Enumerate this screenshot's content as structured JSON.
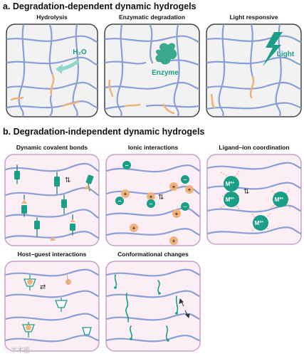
{
  "section_a": {
    "title": "a. Degradation-dependent dynamic hydrogels"
  },
  "section_b": {
    "title": "b. Degradation-independent dynamic hydrogels"
  },
  "panels": {
    "hydrolysis": {
      "title": "Hydrolysis",
      "agent_label": "H₂O"
    },
    "enzymatic": {
      "title": "Enzymatic degradation",
      "agent_label": "Enzyme"
    },
    "light": {
      "title": "Light responsive",
      "agent_label": "Light"
    },
    "covalent": {
      "title": "Dynamic covalent bonds"
    },
    "ionic": {
      "title": "Ionic interactions",
      "plus": "+",
      "minus": "−"
    },
    "ligand": {
      "title": "Ligand–ion coordination",
      "metal_label": "M",
      "metal_charge": "n+"
    },
    "hostguest": {
      "title": "Host–guest interactions"
    },
    "conformational": {
      "title": "Conformational changes"
    }
  },
  "colors": {
    "strand": "#8a9fd6",
    "degraded": "#f0b27a",
    "accent": "#1a9e87",
    "panel_border_a": "#444444",
    "panel_fill_a": "#f2f2f2",
    "panel_border_b": "#c9a0cc",
    "panel_fill_b": "#fbeff5"
  },
  "watermark": "♡ 学术圈"
}
